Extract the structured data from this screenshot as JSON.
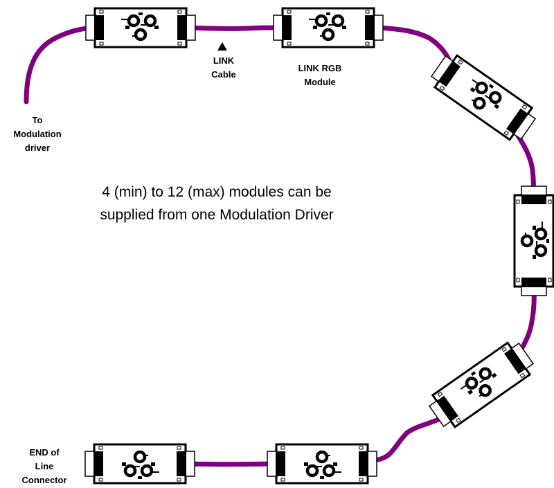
{
  "labels": {
    "link_cable": [
      "LINK",
      "Cable"
    ],
    "rgb_module": [
      "LINK RGB",
      "Module"
    ],
    "to_driver": [
      "To",
      "Modulation",
      "driver"
    ],
    "end_connector": [
      "END of",
      "Line",
      "Connector"
    ]
  },
  "note": [
    "4 (min) to 12 (max) modules can be",
    "supplied from one Modulation Driver"
  ],
  "colors": {
    "cable": "#800080",
    "module_outline": "#000000",
    "module_fill": "#ffffff",
    "connector": "#000000"
  },
  "modules": [
    {
      "id": "module-1",
      "orientation": "horizontal-top"
    },
    {
      "id": "module-2",
      "orientation": "horizontal-top"
    },
    {
      "id": "module-3",
      "orientation": "rotated-right-top"
    },
    {
      "id": "module-4",
      "orientation": "vertical-right"
    },
    {
      "id": "module-5",
      "orientation": "rotated-right-bottom"
    },
    {
      "id": "module-6",
      "orientation": "horizontal-bottom"
    },
    {
      "id": "module-7",
      "orientation": "horizontal-bottom"
    }
  ]
}
